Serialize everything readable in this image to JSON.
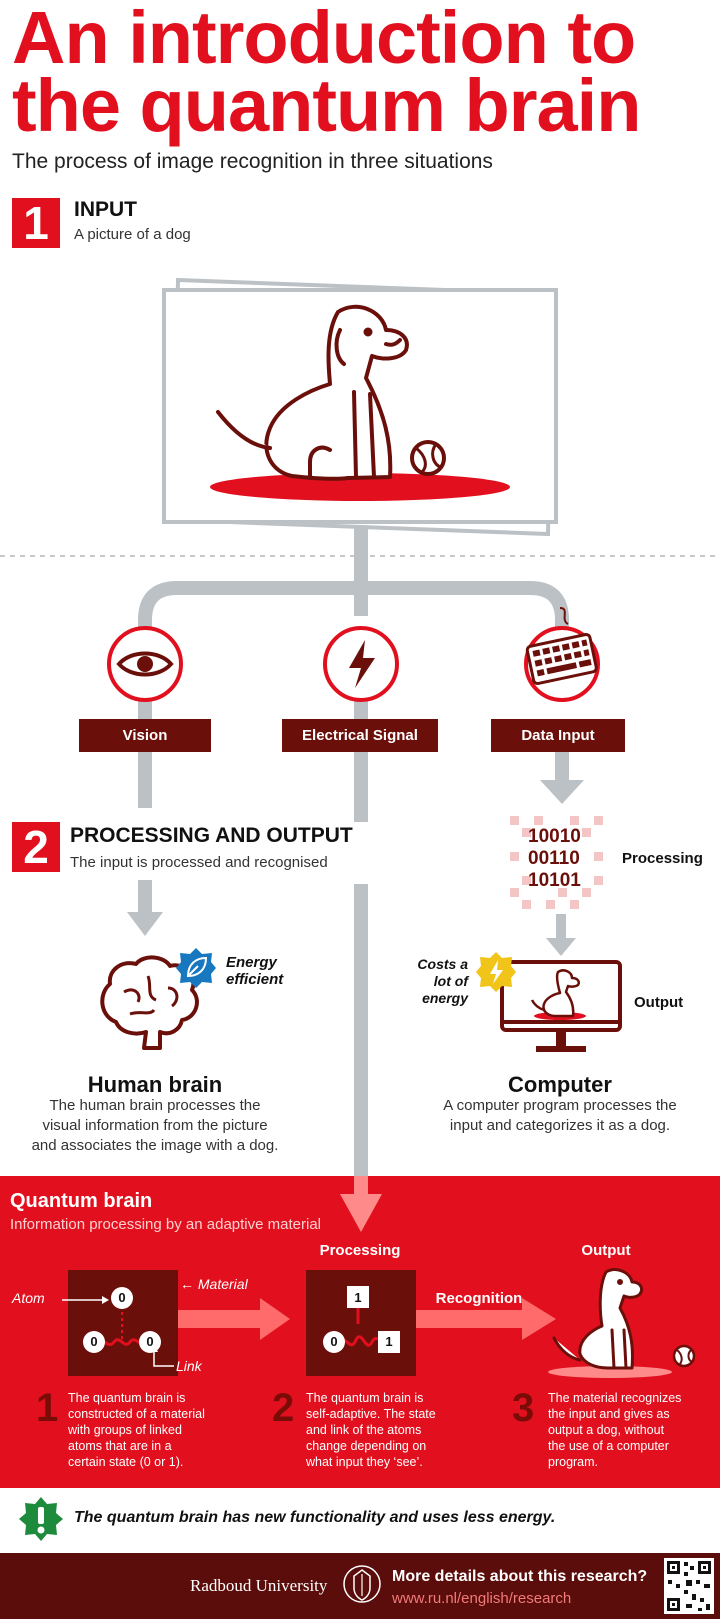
{
  "title": {
    "line1": "An introduction to",
    "line2": "the quantum brain"
  },
  "subtitle": "The process of image recognition in three situations",
  "section1": {
    "number": "1",
    "title": "INPUT",
    "subtitle": "A picture of a dog"
  },
  "channels": {
    "vision": "Vision",
    "electrical": "Electrical Signal",
    "data_input": "Data Input"
  },
  "section2": {
    "number": "2",
    "title": "PROCESSING AND OUTPUT",
    "subtitle": "The input is processed and recognised"
  },
  "binary": {
    "line1": "10010",
    "line2": "00110",
    "line3": "10101"
  },
  "processing_label": "Processing",
  "output_label": "Output",
  "energy_efficient": {
    "line1": "Energy",
    "line2": "efficient"
  },
  "costs_energy": {
    "line1": "Costs a",
    "line2": "lot of",
    "line3": "energy"
  },
  "human_brain": {
    "title": "Human brain",
    "line1": "The human brain processes the",
    "line2": "visual information from the picture",
    "line3": "and associates the image with a dog."
  },
  "computer": {
    "title": "Computer",
    "line1": "A computer program processes the",
    "line2": "input and categorizes it as a dog."
  },
  "quantum": {
    "title": "Quantum brain",
    "subtitle": "Information processing by an adaptive material",
    "processing": "Processing",
    "output": "Output",
    "recognition": "Recognition",
    "atom": "Atom",
    "material": "Material",
    "link": "Link",
    "step1": {
      "num": "1",
      "l1": "The quantum brain is",
      "l2": "constructed of a material",
      "l3": "with groups of linked",
      "l4": "atoms that are in a",
      "l5": "certain state (0 or 1)."
    },
    "step2": {
      "num": "2",
      "l1": "The quantum brain is",
      "l2": "self-adaptive. The state",
      "l3": "and link of the atoms",
      "l4": "change depending on",
      "l5": "what input they ‘see’."
    },
    "step3": {
      "num": "3",
      "l1": "The material recognizes",
      "l2": "the input and gives as",
      "l3": "output a dog, without",
      "l4": "the use of a computer",
      "l5": "program."
    },
    "atom_states": {
      "a": "0",
      "b": "0",
      "c": "0",
      "d": "1",
      "e": "0",
      "f": "1"
    }
  },
  "conclusion": {
    "icon_mark": "!",
    "text": "The quantum brain has new functionality and uses less energy."
  },
  "footer": {
    "university": "Radboud University",
    "question": "More details about this research?",
    "url": "www.ru.nl/english/research"
  },
  "colors": {
    "red": "#e2101e",
    "dark_red": "#6b0f0a",
    "grey": "#bcc1c5",
    "blue": "#1878bf",
    "yellow": "#f0c419"
  },
  "icons": [
    "eye-icon",
    "lightning-icon",
    "keyboard-icon",
    "brain-icon",
    "leaf-icon",
    "monitor-icon",
    "dog-icon",
    "ball-icon",
    "exclamation-icon",
    "university-seal-icon",
    "qr-code-icon"
  ]
}
